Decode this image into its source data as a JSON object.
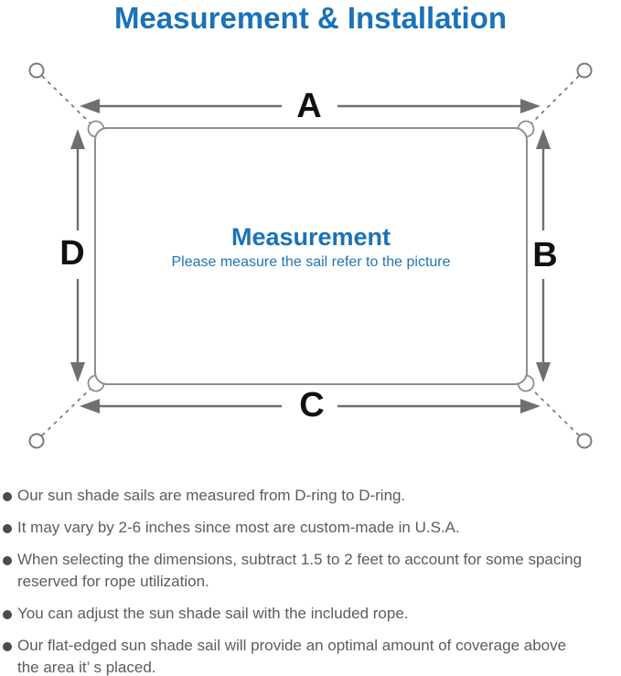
{
  "title": "Measurement & Installation",
  "diagram": {
    "label_a": "A",
    "label_b": "B",
    "label_c": "C",
    "label_d": "D",
    "center_title": "Measurement",
    "center_subtitle": "Please measure the sail refer to the picture"
  },
  "notes": {
    "items": [
      {
        "lines": [
          "Our sun shade sails are measured from D-ring to D-ring."
        ]
      },
      {
        "lines": [
          "It may vary by 2-6 inches since most are custom-made in U.S.A."
        ]
      },
      {
        "lines": [
          "When selecting the dimensions, subtract 1.5 to 2 feet to account for some spacing",
          "reserved for rope utilization."
        ]
      },
      {
        "lines": [
          "You can adjust the sun shade sail with the included rope."
        ]
      },
      {
        "lines": [
          "Our flat-edged sun shade sail will provide an optimal amount of coverage above",
          "the area it’ s placed."
        ]
      }
    ]
  },
  "colors": {
    "accent_blue": "#1a72b8",
    "arrow_gray": "#6f6f6f",
    "outline_gray": "#8e8e8e",
    "anchor_gray": "#7b7b7b",
    "letter_black": "#111111",
    "note_text_gray": "#5c5c5c",
    "bullet_gray": "#4b4b4b"
  }
}
